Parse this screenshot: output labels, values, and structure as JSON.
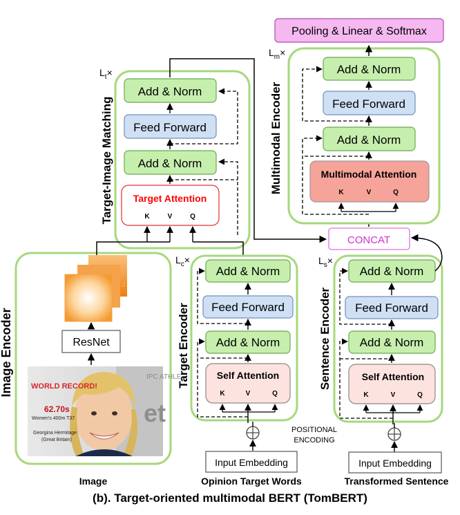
{
  "title": "(b). Target-oriented multimodal BERT (TomBERT)",
  "colors": {
    "container_border": "#a6d87c",
    "add_norm_fill": "#c6efae",
    "add_norm_border": "#6aa84f",
    "ff_fill": "#cfe0f5",
    "ff_border": "#6f8fbf",
    "self_att_fill": "#fde3e0",
    "self_att_border": "#888888",
    "mm_att_fill": "#f6a39a",
    "target_att_border": "#e03030",
    "target_att_text": "#ff0000",
    "pooling_fill": "#f5b8f0",
    "pooling_border": "#b04cb0",
    "concat_border": "#e070e0",
    "concat_text": "#d030d0",
    "orange": "#f7941d"
  },
  "image_encoder": {
    "label": "Image Encoder",
    "resnet": "ResNet",
    "caption": "Image",
    "photo": {
      "headline": "WORLD RECORD!",
      "time": "62.70s",
      "event": "Women's 400m T37",
      "name": "Georgina Hermitage",
      "country": "(Great Britain)"
    }
  },
  "target_encoder": {
    "label": "Target Encoder",
    "repeat": "L",
    "repeat_sub": "c",
    "repeat_suffix": "×",
    "add_norm_top": "Add & Norm",
    "feed_forward": "Feed Forward",
    "add_norm_bottom": "Add & Norm",
    "attention": "Self Attention",
    "k": "K",
    "v": "V",
    "q": "Q",
    "embedding": "Input Embedding",
    "caption": "Opinion Target Words"
  },
  "sentence_encoder": {
    "label": "Sentence Encoder",
    "repeat": "L",
    "repeat_sub": "s",
    "repeat_suffix": "×",
    "add_norm_top": "Add & Norm",
    "feed_forward": "Feed Forward",
    "add_norm_bottom": "Add & Norm",
    "attention": "Self Attention",
    "k": "K",
    "v": "V",
    "q": "Q",
    "embedding": "Input Embedding",
    "caption": "Transformed Sentence"
  },
  "target_image_matching": {
    "label": "Target-Image Matching",
    "repeat": "L",
    "repeat_sub": "t",
    "repeat_suffix": "×",
    "add_norm_top": "Add & Norm",
    "feed_forward": "Feed Forward",
    "add_norm_bottom": "Add & Norm",
    "attention": "Target Attention",
    "k": "K",
    "v": "V",
    "q": "Q"
  },
  "multimodal_encoder": {
    "label": "Multimodal Encoder",
    "repeat": "L",
    "repeat_sub": "m",
    "repeat_suffix": "×",
    "add_norm_top": "Add & Norm",
    "feed_forward": "Feed Forward",
    "add_norm_bottom": "Add & Norm",
    "attention": "Multimodal Attention",
    "k": "K",
    "v": "V",
    "q": "Q"
  },
  "pooling": "Pooling & Linear & Softmax",
  "concat": "CONCAT",
  "positional_1": "POSITIONAL",
  "positional_2": "ENCODING",
  "plus": "+"
}
